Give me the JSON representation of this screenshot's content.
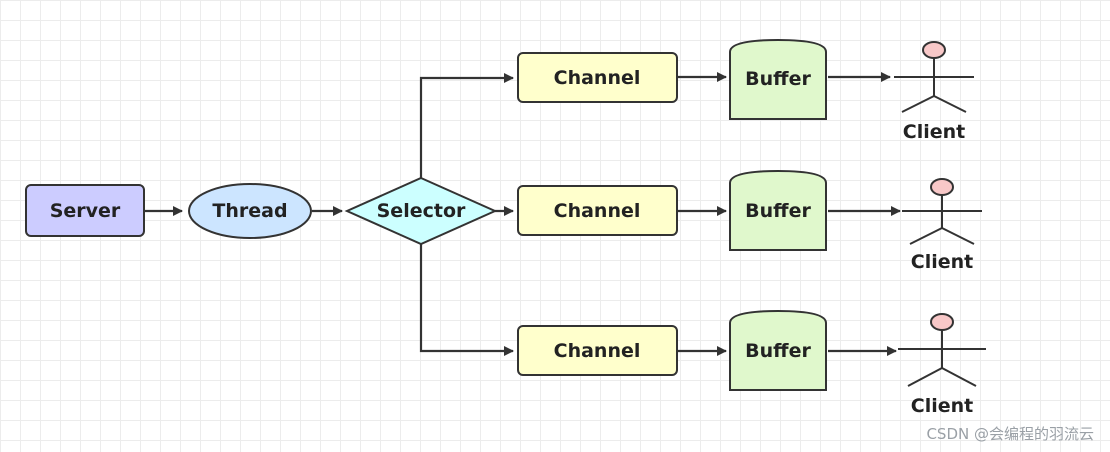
{
  "diagram": {
    "server": "Server",
    "thread": "Thread",
    "selector": "Selector",
    "rows": [
      {
        "channel": "Channel",
        "buffer": "Buffer",
        "client": "Client"
      },
      {
        "channel": "Channel",
        "buffer": "Buffer",
        "client": "Client"
      },
      {
        "channel": "Channel",
        "buffer": "Buffer",
        "client": "Client"
      }
    ]
  },
  "colors": {
    "server_fill": "#ccccff",
    "thread_fill": "#cce5ff",
    "selector_fill": "#ccffff",
    "channel_fill": "#ffffcc",
    "buffer_fill": "#e0f8cc",
    "client_head": "#f8c8c8",
    "stroke": "#333333"
  },
  "watermark": "CSDN @会编程的羽流云"
}
